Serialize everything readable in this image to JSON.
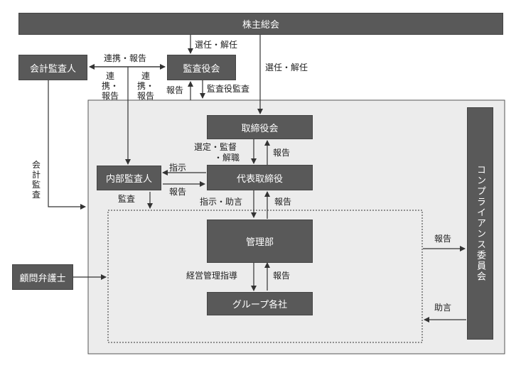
{
  "nodes": {
    "shareholders_meeting": "株主総会",
    "accounting_auditor": "会計監査人",
    "audit_board": "監査役会",
    "board_of_directors": "取締役会",
    "internal_auditor": "内部監査人",
    "representative_director": "代表取締役",
    "management_dept": "管理部",
    "group_companies": "グループ各社",
    "legal_counsel": "顧問弁護士",
    "compliance_committee": "コンプライアンス委員会"
  },
  "edge_labels": {
    "coop_report_top": "連携・報告",
    "select_dismiss_audit": "選任・解任",
    "select_dismiss_board": "選任・解任",
    "coop_report_left": "連携・報告",
    "coop_report_mid": "連携・報告",
    "report_audit": "報告",
    "audit_of_directors": "監査役監査",
    "accounting_audit": "会計監査",
    "appoint_supervise_dismiss_1": "選定・監督",
    "appoint_supervise_dismiss_2": "・解職",
    "report_rep_to_board": "報告",
    "instruction": "指示",
    "report_ia": "報告",
    "audit_ia": "監査",
    "instruct_advise": "指示・助言",
    "report_mgmt_to_rep": "報告",
    "report_to_compliance": "報告",
    "management_guidance": "経営管理指導",
    "report_group": "報告",
    "advice_from_compliance": "助言"
  }
}
